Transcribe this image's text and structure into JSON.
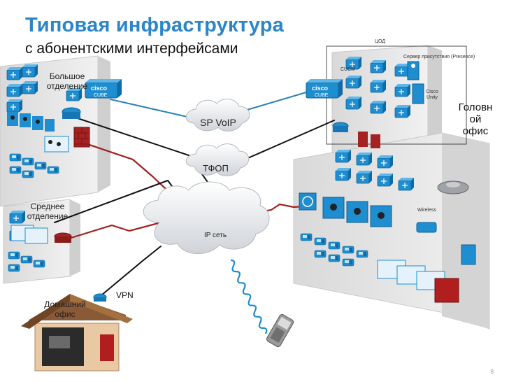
{
  "slide": {
    "title": "Типовая инфраструктура",
    "subtitle": "с абонентскими интерфейсами",
    "page_number": "8"
  },
  "sites": {
    "large_branch": "Большое отделение",
    "medium_branch": "Среднее отделение",
    "home_office": "Домашний офис",
    "head_office": "Головн ой офис",
    "data_center": "ЦОД"
  },
  "clouds": {
    "sp_voip": "SP VoIP",
    "pstn": "ТФОП",
    "ip_network": "IP сеть"
  },
  "labels": {
    "vpn": "VPN",
    "cube_left": "CUBE",
    "cube_right": "CUBE",
    "cisco_logo_left": "cisco",
    "cisco_logo_right": "cisco",
    "cucm": "CUCM",
    "presence": "Сервер присутствия (Presence)",
    "unity": "Cisco Unity",
    "wireless": "Wireless",
    "ip_tag": "IP"
  },
  "icons": [
    "building-icon",
    "router-icon",
    "switch-icon",
    "firewall-icon",
    "server-icon",
    "ip-phone-icon",
    "video-endpoint-icon",
    "softphone-icon",
    "cell-phone-icon",
    "conference-phone-icon",
    "wireless-ap-icon",
    "house-icon",
    "cloud-icon"
  ],
  "colors": {
    "title": "#2a86c8",
    "device_blue": "#1e8ed0",
    "building": "#e6e6e6",
    "link_black": "#111111",
    "link_blue": "#2b82b8",
    "link_red": "#a01f1f",
    "wireless_wave": "#1e8ed0"
  }
}
